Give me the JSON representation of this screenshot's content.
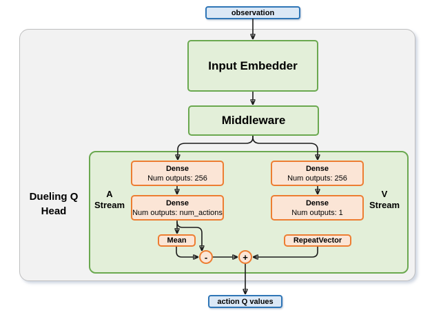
{
  "diagram": {
    "input_node": {
      "label": "observation"
    },
    "output_node": {
      "label": "action Q values"
    },
    "embedder": {
      "label": "Input Embedder"
    },
    "middleware": {
      "label": "Middleware"
    },
    "head": {
      "label_line1": "Dueling Q",
      "label_line2": "Head",
      "a_stream": {
        "label_line1": "A",
        "label_line2": "Stream",
        "dense1": {
          "title": "Dense",
          "subtitle": "Num outputs: 256"
        },
        "dense2": {
          "title": "Dense",
          "subtitle": "Num outputs: num_actions"
        },
        "mean": {
          "label": "Mean"
        },
        "minus": {
          "label": "-"
        }
      },
      "v_stream": {
        "label_line1": "V",
        "label_line2": "Stream",
        "dense1": {
          "title": "Dense",
          "subtitle": "Num outputs: 256"
        },
        "dense2": {
          "title": "Dense",
          "subtitle": "Num outputs: 1"
        },
        "repeat_vector": {
          "label": "RepeatVector"
        },
        "plus": {
          "label": "+"
        }
      }
    },
    "colors": {
      "io_fill": "#dbe8f6",
      "io_border": "#2e75b6",
      "green_fill": "#e3efd9",
      "green_border": "#6aa84f",
      "orange_fill": "#fbe5d6",
      "orange_border": "#ed7d31",
      "outer_fill": "#f2f2f2",
      "outer_border": "#bfbfbf",
      "line": "#1a1a1a"
    }
  }
}
